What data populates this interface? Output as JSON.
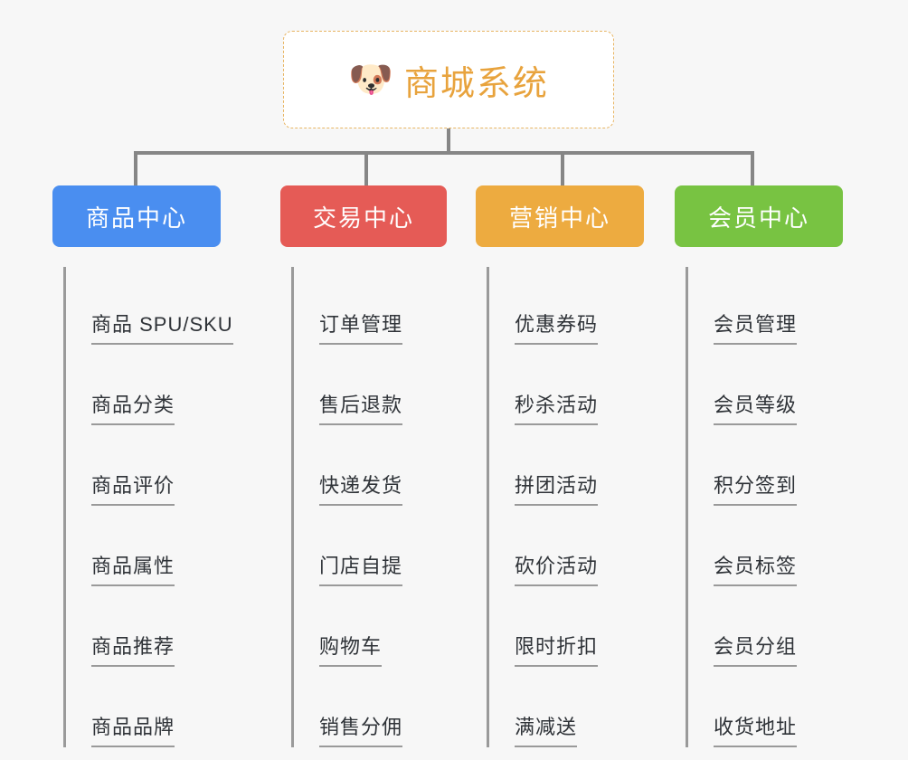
{
  "root": {
    "icon": "shiba-dog-face-emoji",
    "icon_glyph": "🐶",
    "title": "商城系统",
    "accent_color": "#e8a33d",
    "border_color": "#e8b563",
    "background": "#ffffff"
  },
  "canvas": {
    "background": "#f7f7f7",
    "connector_color": "#868686"
  },
  "branches": [
    {
      "label": "商品中心",
      "color": "#4a8ef0",
      "items": [
        "商品 SPU/SKU",
        "商品分类",
        "商品评价",
        "商品属性",
        "商品推荐",
        "商品品牌"
      ]
    },
    {
      "label": "交易中心",
      "color": "#e55b56",
      "items": [
        "订单管理",
        "售后退款",
        "快递发货",
        "门店自提",
        "购物车",
        "销售分佣"
      ]
    },
    {
      "label": "营销中心",
      "color": "#edab40",
      "items": [
        "优惠券码",
        "秒杀活动",
        "拼团活动",
        "砍价活动",
        "限时折扣",
        "满减送"
      ]
    },
    {
      "label": "会员中心",
      "color": "#78c342",
      "items": [
        "会员管理",
        "会员等级",
        "积分签到",
        "会员标签",
        "会员分组",
        "收货地址"
      ]
    }
  ]
}
